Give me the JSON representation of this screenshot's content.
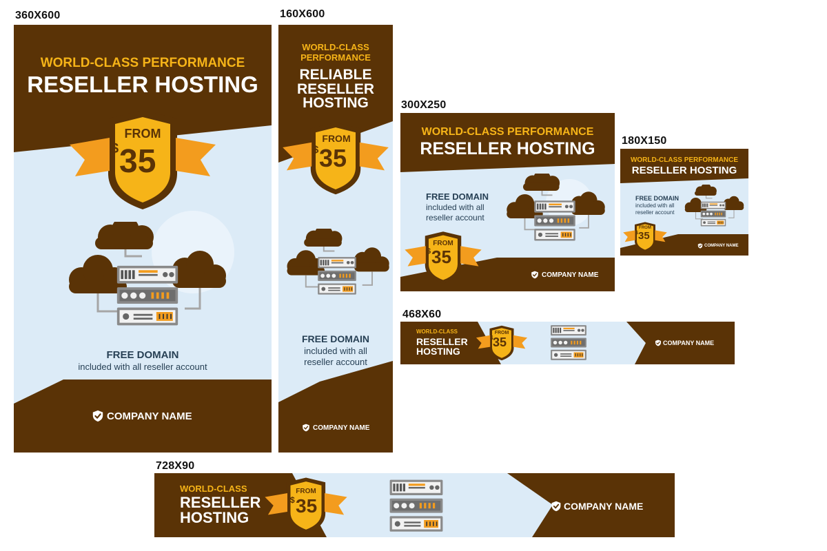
{
  "colors": {
    "brown": "#5a3306",
    "light_blue": "#dcebf7",
    "gold": "#f6b418",
    "orange": "#f39c1e",
    "navy": "#274055",
    "server_gray": "#8a8a8a"
  },
  "icons": [
    "shield-check-icon",
    "cloud-icon",
    "server-rack-icon",
    "price-badge-icon"
  ],
  "sizes": {
    "s360": "360X600",
    "s160": "160X600",
    "s300": "300X250",
    "s180": "180X150",
    "s468": "468X60",
    "s728": "728X90"
  },
  "banners": {
    "b360": {
      "line1": "WORLD-CLASS PERFORMANCE",
      "line2": "RESELLER HOSTING",
      "from": "FROM",
      "price_sym": "$",
      "price": "35",
      "free": "FREE DOMAIN",
      "included": "included with all reseller account",
      "company": "COMPANY NAME"
    },
    "b160": {
      "line1a": "WORLD-CLASS",
      "line1b": "PERFORMANCE",
      "l2a": "RELIABLE",
      "l2b": "RESELLER",
      "l2c": "HOSTING",
      "from": "FROM",
      "price_sym": "$",
      "price": "35",
      "free": "FREE DOMAIN",
      "inc1": "included with all",
      "inc2": "reseller account",
      "company": "COMPANY NAME"
    },
    "b300": {
      "line1": "WORLD-CLASS PERFORMANCE",
      "line2": "RESELLER HOSTING",
      "free": "FREE DOMAIN",
      "inc1": "included with all",
      "inc2": "reseller account",
      "from": "FROM",
      "price_sym": "$",
      "price": "35",
      "company": "COMPANY NAME"
    },
    "b180": {
      "line1": "WORLD-CLASS PERFORMANCE",
      "line2": "RESELLER HOSTING",
      "free": "FREE DOMAIN",
      "inc1": "included with all",
      "inc2": "reseller account",
      "from": "FROM",
      "price_sym": "$",
      "price": "35",
      "company": "COMPANY NAME"
    },
    "b468": {
      "l1": "WORLD-CLASS",
      "l2": "RESELLER",
      "l3": "HOSTING",
      "from": "FROM",
      "price_sym": "$",
      "price": "35",
      "company": "COMPANY NAME"
    },
    "b728": {
      "l1": "WORLD-CLASS",
      "l2": "RESELLER",
      "l3": "HOSTING",
      "from": "FROM",
      "price_sym": "$",
      "price": "35",
      "company": "COMPANY NAME"
    }
  }
}
